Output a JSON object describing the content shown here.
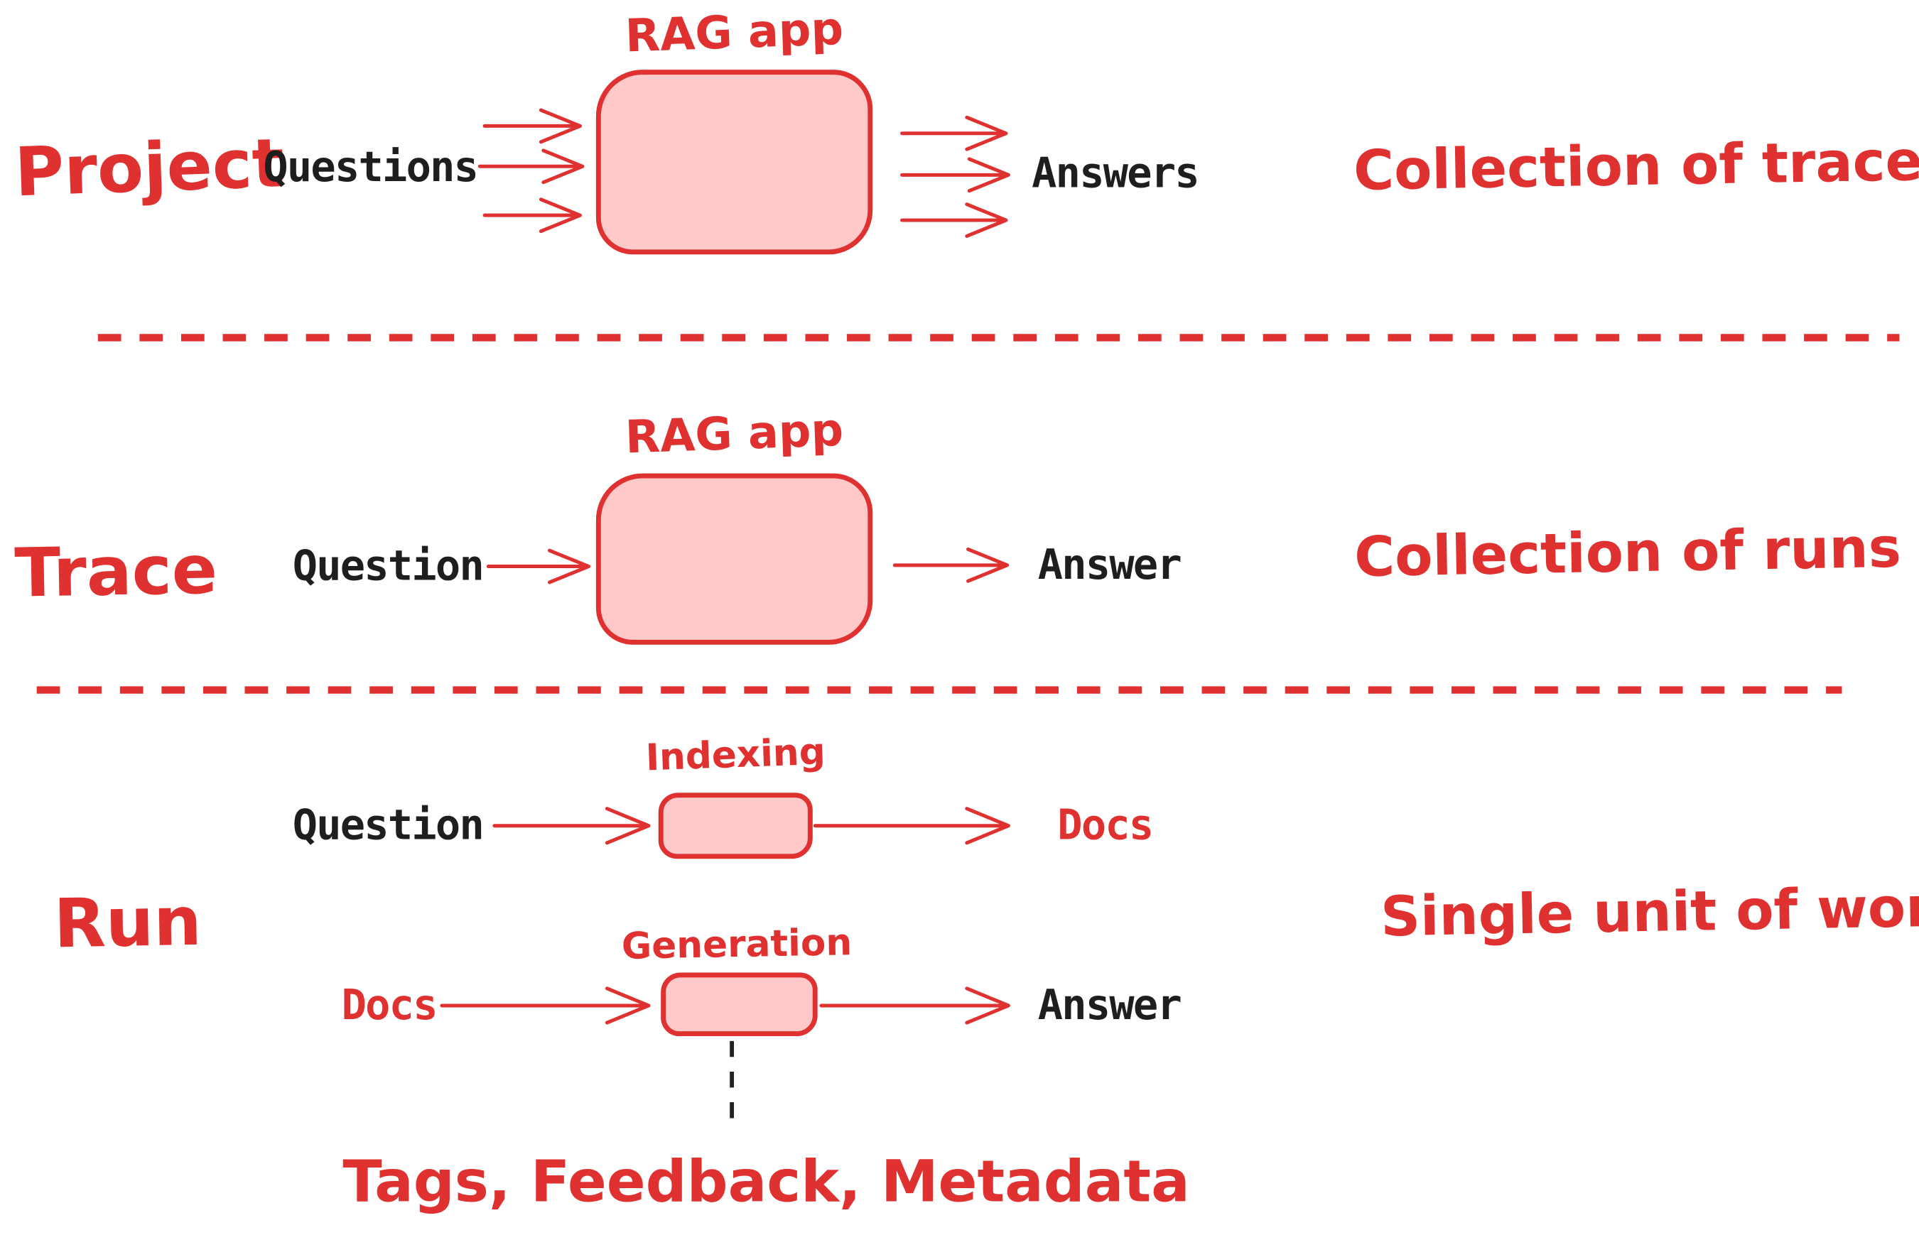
{
  "colors": {
    "red": "#e03131",
    "pink": "#ffc9c9",
    "ink": "#1e1e1e"
  },
  "rows": {
    "project": {
      "label": "Project",
      "input_label": "Questions",
      "box_title": "RAG app",
      "output_label": "Answers",
      "note": "Collection of traces"
    },
    "trace": {
      "label": "Trace",
      "input_label": "Question",
      "box_title": "RAG app",
      "output_label": "Answer",
      "note": "Collection of runs"
    },
    "run": {
      "label": "Run",
      "note": "Single unit of work",
      "indexing": {
        "box_title": "Indexing",
        "input_label": "Question",
        "output_label": "Docs"
      },
      "generation": {
        "box_title": "Generation",
        "input_label": "Docs",
        "output_label": "Answer"
      },
      "annotation": "Tags, Feedback, Metadata"
    }
  }
}
